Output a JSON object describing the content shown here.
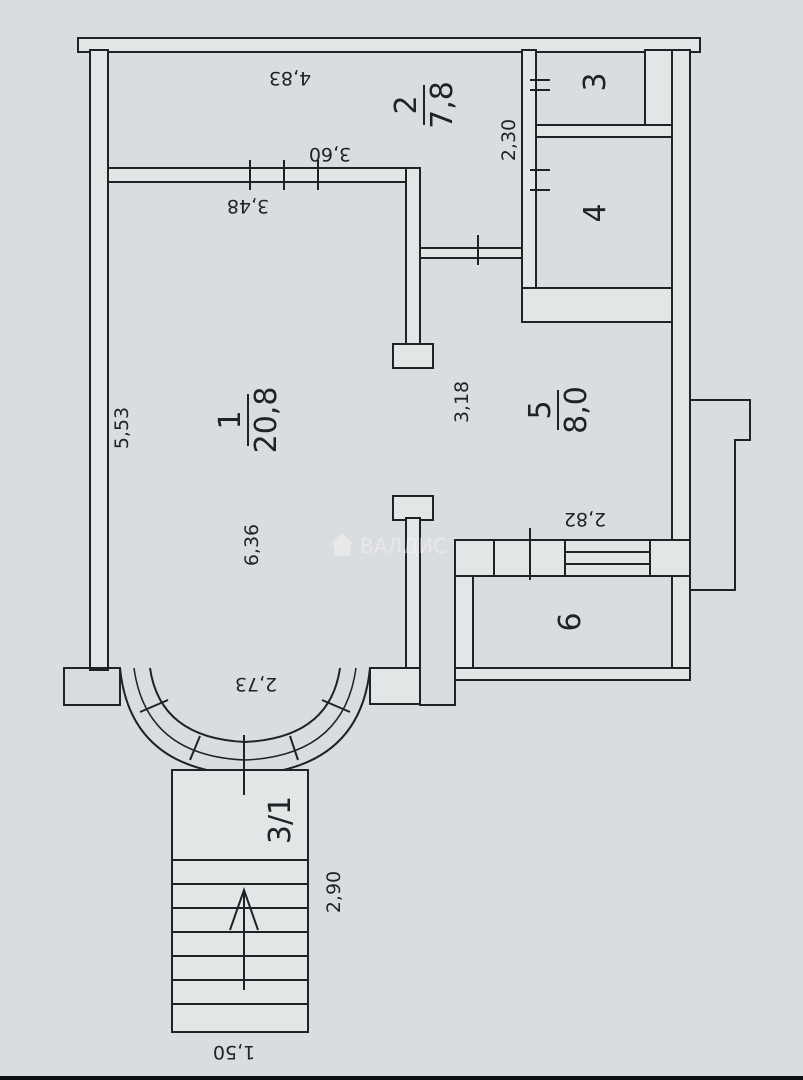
{
  "rooms": [
    {
      "number": "1",
      "area": "20,8"
    },
    {
      "number": "2",
      "area": "7,8"
    },
    {
      "number": "3"
    },
    {
      "number": "4"
    },
    {
      "number": "5",
      "area": "8,0"
    },
    {
      "number": "6"
    }
  ],
  "dimensions": {
    "d_483": "4,83",
    "d_360": "3,60",
    "d_348": "3,48",
    "d_230": "2,30",
    "d_553": "5,53",
    "d_636": "6,36",
    "d_318": "3,18",
    "d_282": "2,82",
    "d_273": "2,73",
    "d_290": "2,90",
    "d_150": "1,50"
  },
  "stair_label": "3/1",
  "watermark": "ВАЛДИС"
}
